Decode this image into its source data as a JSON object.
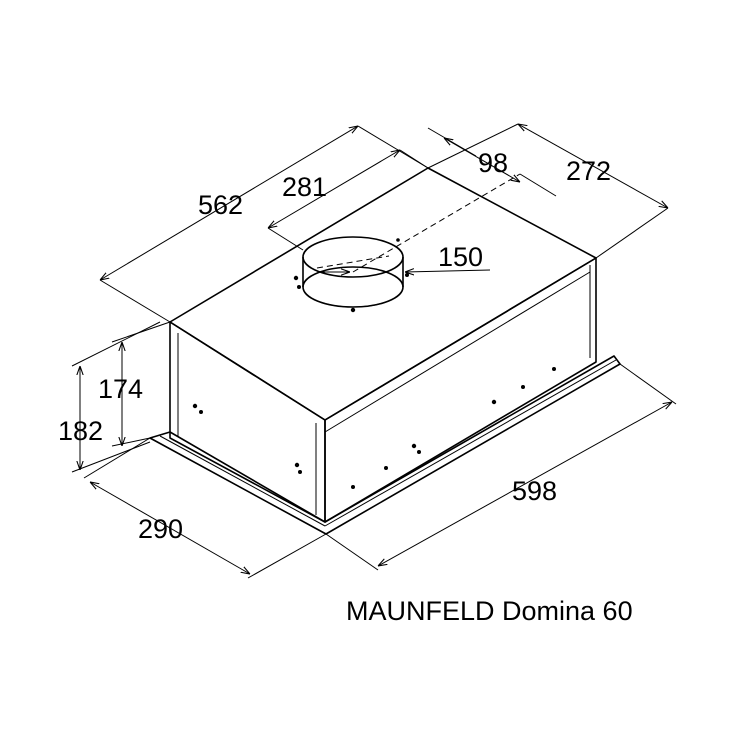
{
  "caption": "MAUNFELD Domina 60",
  "dimensions": {
    "depth_top": "562",
    "duct_offset": "281",
    "duct_offset_side": "98",
    "side_depth": "272",
    "duct_diameter": "150",
    "height_body": "174",
    "height_total": "182",
    "width": "598",
    "depth_front": "290"
  }
}
